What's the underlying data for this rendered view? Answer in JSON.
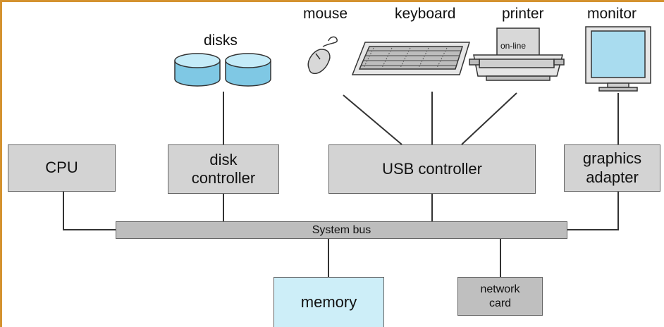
{
  "devices": {
    "disks": "disks",
    "mouse": "mouse",
    "keyboard": "keyboard",
    "printer": "printer",
    "printer_status": "on-line",
    "monitor": "monitor"
  },
  "controllers": {
    "cpu": "CPU",
    "disk_controller": "disk\ncontroller",
    "usb_controller": "USB controller",
    "graphics_adapter": "graphics\nadapter"
  },
  "bus": {
    "label": "System bus"
  },
  "bottom": {
    "memory": "memory",
    "network_card": "network\ncard"
  },
  "colors": {
    "box_fill": "#d3d3d3",
    "bus_fill": "#bdbdbd",
    "memory_fill": "#cdeef8",
    "network_fill": "#bfbfbf",
    "frame": "#d4922f",
    "disk_fill": "#a9dcef"
  }
}
